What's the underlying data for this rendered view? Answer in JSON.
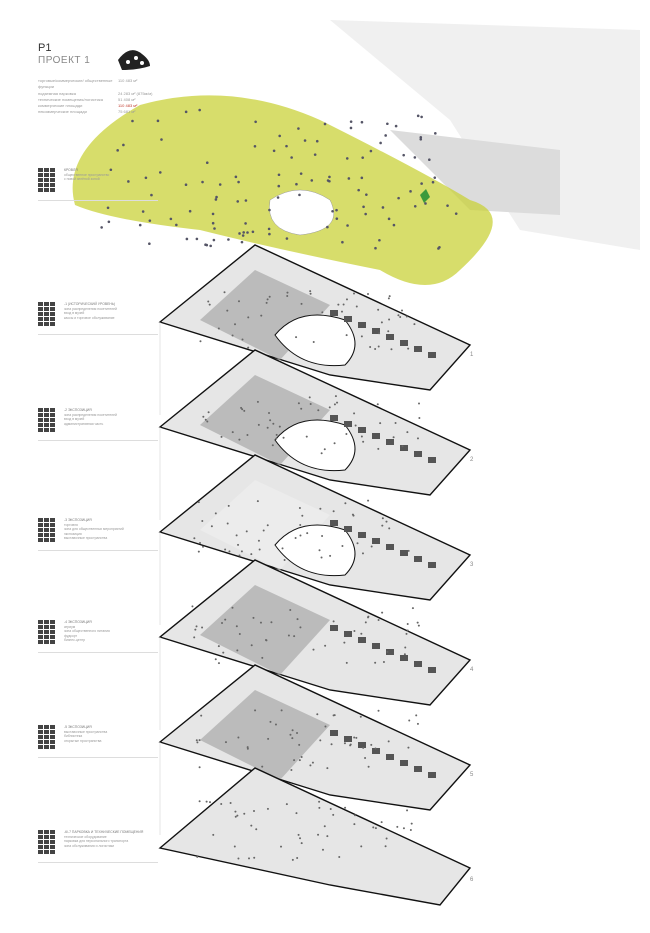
{
  "header": {
    "title": "P1",
    "subtitle": "ПРОЕКТ 1"
  },
  "stats": [
    {
      "label": "торговые/коммерческие/ общественные функции",
      "value": "110 483 м²",
      "highlight": false
    },
    {
      "label": "подземная парковка",
      "value": "24 283 м² (875м/м)",
      "highlight": false
    },
    {
      "label": "технические помещения/логистика",
      "value": "51 408 м²",
      "highlight": false
    },
    {
      "label": "коммерческие площади",
      "value": "110 483 м²",
      "highlight": true
    },
    {
      "label": "некоммерческие площади",
      "value": "75 681 м²",
      "highlight": false
    }
  ],
  "levels": [
    {
      "heading": "КРОВЛЯ",
      "lines": [
        "общественное пространство",
        "с новой зелёной зоной"
      ],
      "number": ""
    },
    {
      "heading": "-1 (ИСТОРИЧЕСКИЙ УРОВЕНЬ)",
      "lines": [
        "зона распределения посетителей",
        "вход в музей",
        "кассы и торговое обслуживание"
      ],
      "number": "1"
    },
    {
      "heading": "-2 ЭКСПОЗИЦИЯ",
      "lines": [
        "зона распределения посетителей",
        "вход в музей",
        "административная часть"
      ],
      "number": "2"
    },
    {
      "heading": "-3 ЭКСПОЗИЦИЯ",
      "lines": [
        "торговля",
        "зона для общественных мероприятий",
        "экспозиция",
        "выставочные пространства"
      ],
      "number": "3"
    },
    {
      "heading": "-4 ЭКСПОЗИЦИЯ",
      "lines": [
        "атриум",
        "зона общественного питания",
        "фудкорт",
        "бизнес-центр"
      ],
      "number": "4"
    },
    {
      "heading": "-5 ЭКСПОЗИЦИЯ",
      "lines": [
        "выставочные пространства",
        "библиотека",
        "открытые пространства"
      ],
      "number": "5"
    },
    {
      "heading": "-6/-7 ПАРКОВКА И ТЕХНИЧЕСКИЕ ПОМЕЩЕНИЯ",
      "lines": [
        "техническое оборудование",
        "парковка для персонального транспорта",
        "зона обслуживания и логистики"
      ],
      "number": "6"
    }
  ],
  "colors": {
    "roof_green": "#c9d23a",
    "slab": "#e6e6e6",
    "atrium": "#a8a8a8",
    "accent_red": "#c0392b"
  }
}
